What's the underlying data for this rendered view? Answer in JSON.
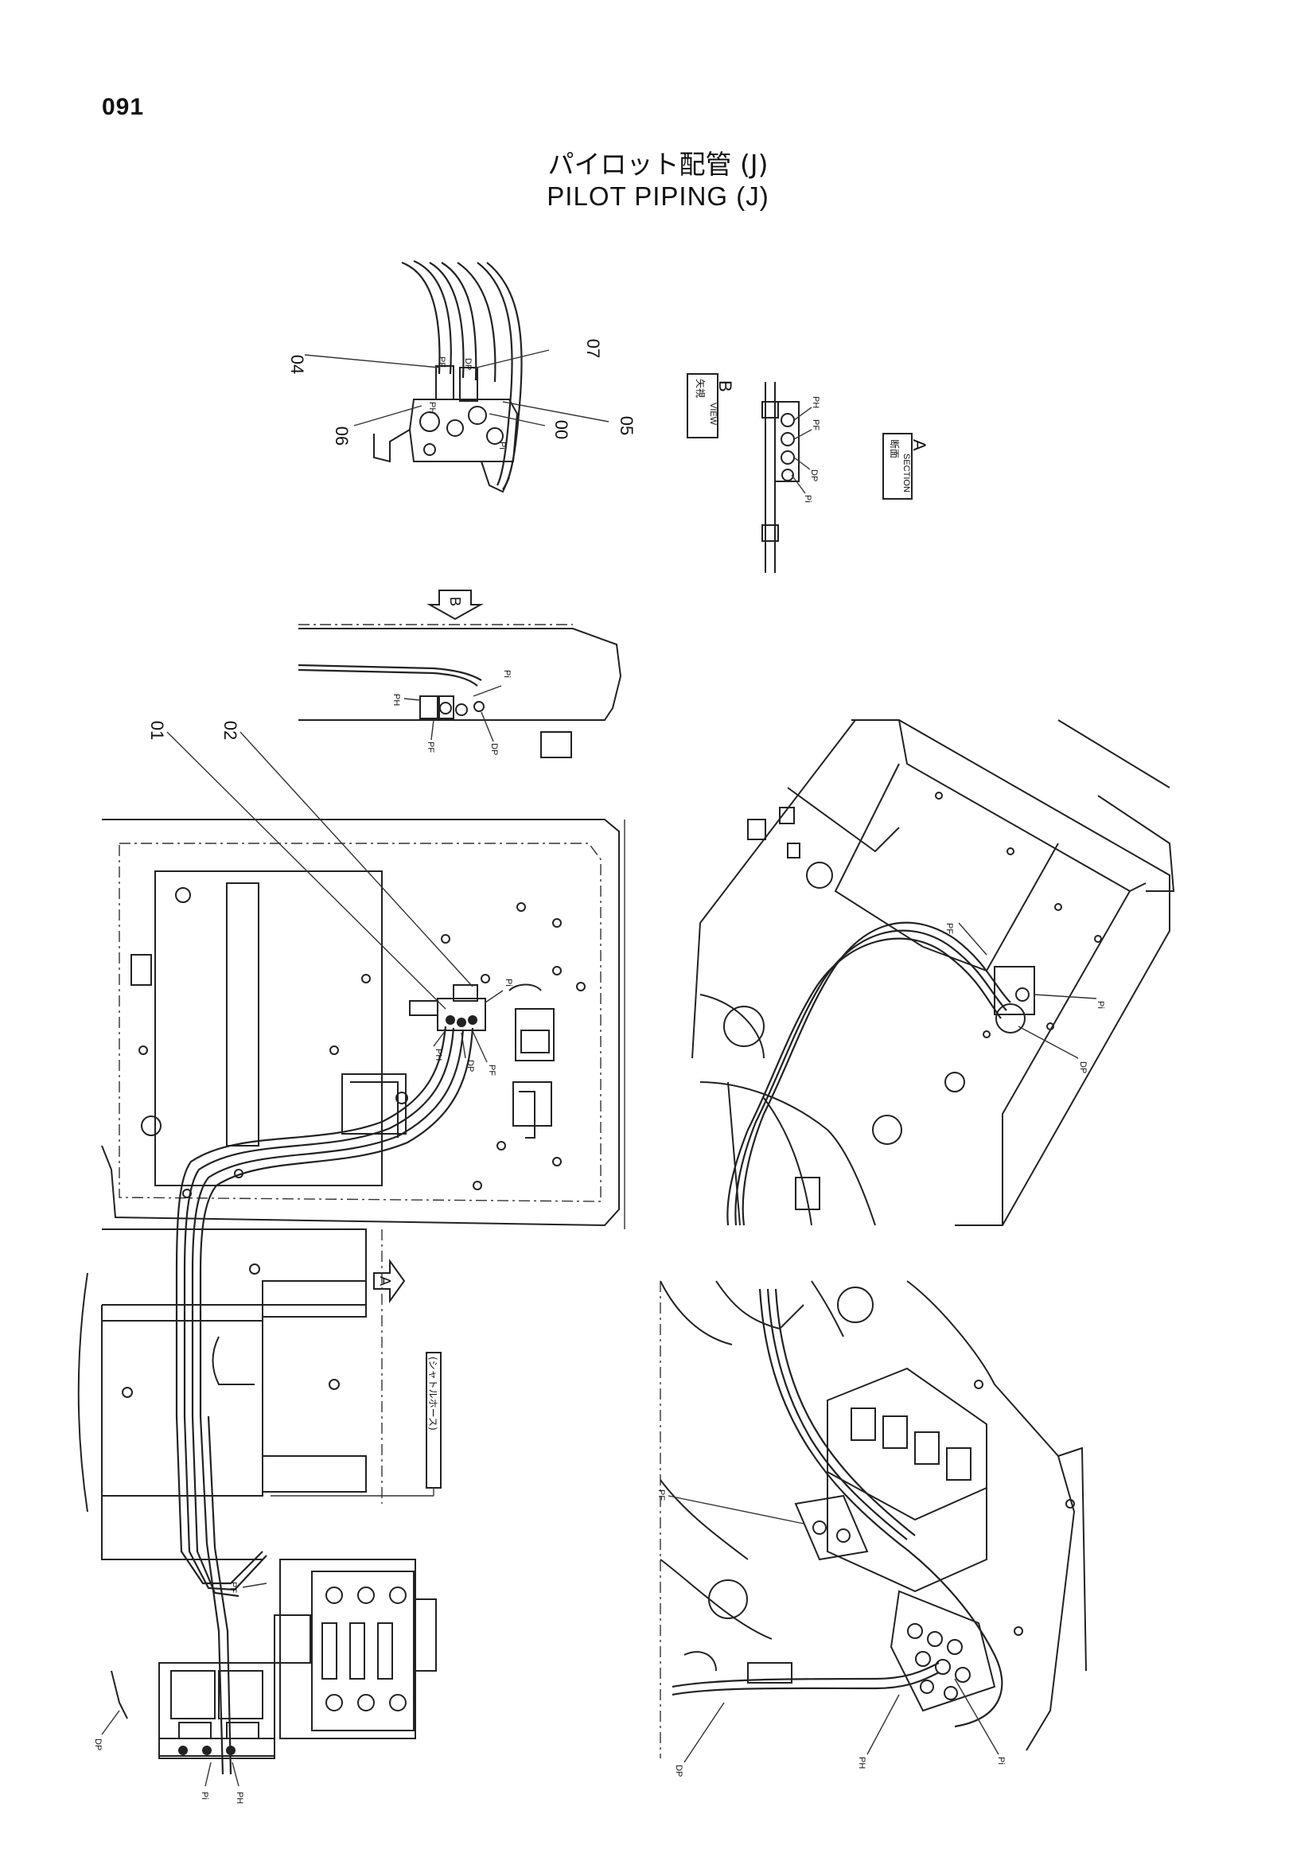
{
  "page_number": "091",
  "title_jp": "パイロット配管 (J)",
  "title_en": "PILOT PIPING (J)",
  "part_callouts": {
    "p00": "00",
    "p01": "01",
    "p02": "02",
    "p04": "04",
    "p05": "05",
    "p06": "06",
    "p07": "07"
  },
  "port_labels": {
    "pi": "Pi",
    "ph": "PH",
    "pf": "PF",
    "dp": "DP"
  },
  "view_b": {
    "jp": "矢視",
    "en": "VIEW",
    "letter": "B"
  },
  "section_a": {
    "jp": "断面",
    "en": "SECTION",
    "letter": "A"
  },
  "arrow_a": "A",
  "arrow_b": "B",
  "hose_note_jp": "(シャトルホース)"
}
